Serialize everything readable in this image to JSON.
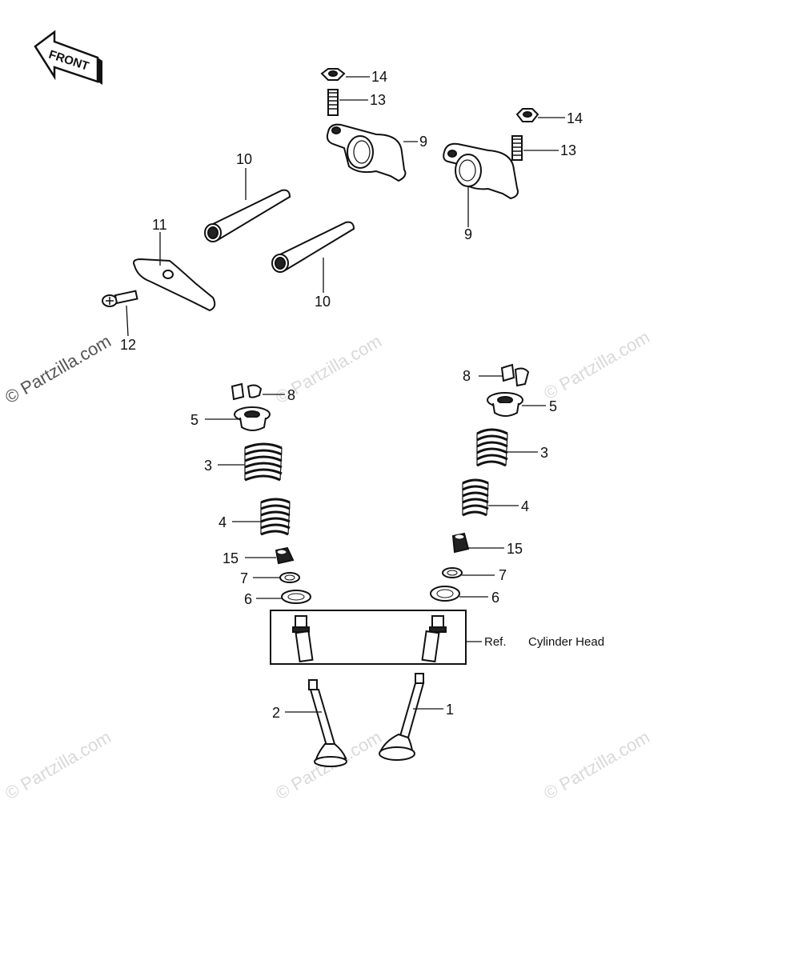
{
  "front_arrow": {
    "label": "FRONT"
  },
  "watermark": {
    "text": "© Partzilla.com"
  },
  "reference": {
    "prefix": "Ref.",
    "text": "Cylinder Head"
  },
  "callouts": {
    "c1": "1",
    "c2": "2",
    "c3": "3",
    "c4": "4",
    "c5": "5",
    "c6": "6",
    "c7": "7",
    "c8": "8",
    "c9": "9",
    "c10": "10",
    "c11": "11",
    "c12": "12",
    "c13": "13",
    "c14": "14",
    "c15": "15"
  }
}
